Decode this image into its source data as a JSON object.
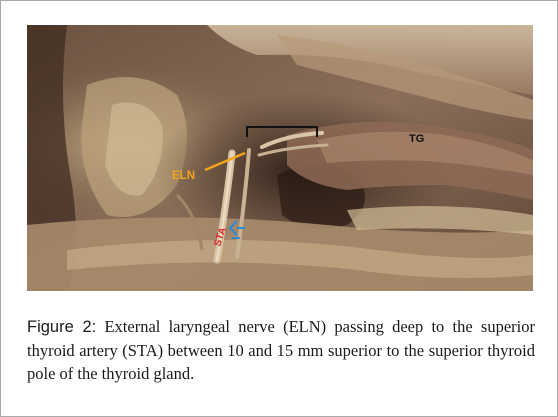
{
  "figure": {
    "annotations": {
      "eln": "ELN",
      "tg": "TG",
      "sta": "STA",
      "sta_color": "#d42a2a",
      "eln_color": "#f2a41d",
      "eln_marker_color": "#2e8bd8"
    },
    "caption": {
      "label": "Figure 2:",
      "text": " External laryngeal nerve (ELN) passing deep to the superior thyroid artery (STA) between 10 and 15 mm superior to the superior thyroid pole of the thyroid gland."
    }
  }
}
